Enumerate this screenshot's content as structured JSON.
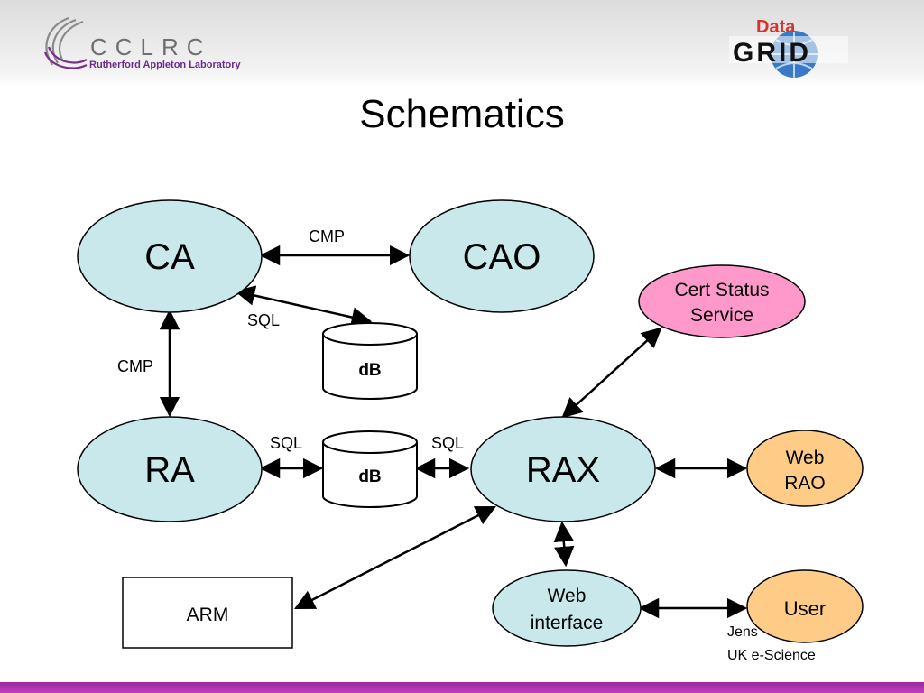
{
  "header": {
    "org_name": "CCLRC",
    "org_lab": "Rutherford Appleton Laboratory",
    "logo_right_top": "Data",
    "logo_right_bottom": "GRID"
  },
  "title": "Schematics",
  "diagram": {
    "nodes": {
      "ca": "CA",
      "cao": "CAO",
      "ra": "RA",
      "rax": "RAX",
      "cert_status_line1": "Cert Status",
      "cert_status_line2": "Service",
      "web_rao_line1": "Web",
      "web_rao_line2": "RAO",
      "web_interface_line1": "Web",
      "web_interface_line2": "interface",
      "user": "User",
      "arm": "ARM",
      "db_top": "dB",
      "db_mid": "dB"
    },
    "edge_labels": {
      "ca_cao": "CMP",
      "ca_db": "SQL",
      "ca_ra": "CMP",
      "ra_db": "SQL",
      "db_rax": "SQL"
    }
  },
  "footer": {
    "author_fragment": "Jens",
    "affiliation": "UK e-Science"
  },
  "colors": {
    "node_fill": "#c9e8ec",
    "cert_fill": "#ff99cc",
    "web_rao_fill": "#ffcc88",
    "user_fill": "#ffcc88",
    "footer_bar": "#b035b0"
  }
}
